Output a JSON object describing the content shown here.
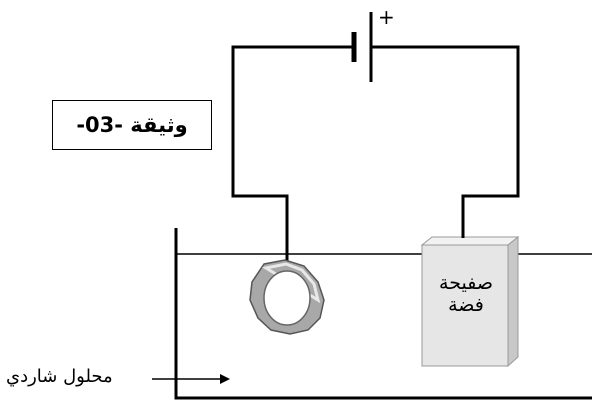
{
  "battery": {
    "positive_symbol": "+"
  },
  "document_label": "وثيقة -03-",
  "silver_plate": {
    "line1": "صفيحة",
    "line2": "فضة"
  },
  "solution_label": "محلول شاردي",
  "colors": {
    "wire": "#000000",
    "plate_face": "#e6e6e6",
    "plate_side": "#c8c8c8",
    "ring": "#9a9a9a"
  }
}
